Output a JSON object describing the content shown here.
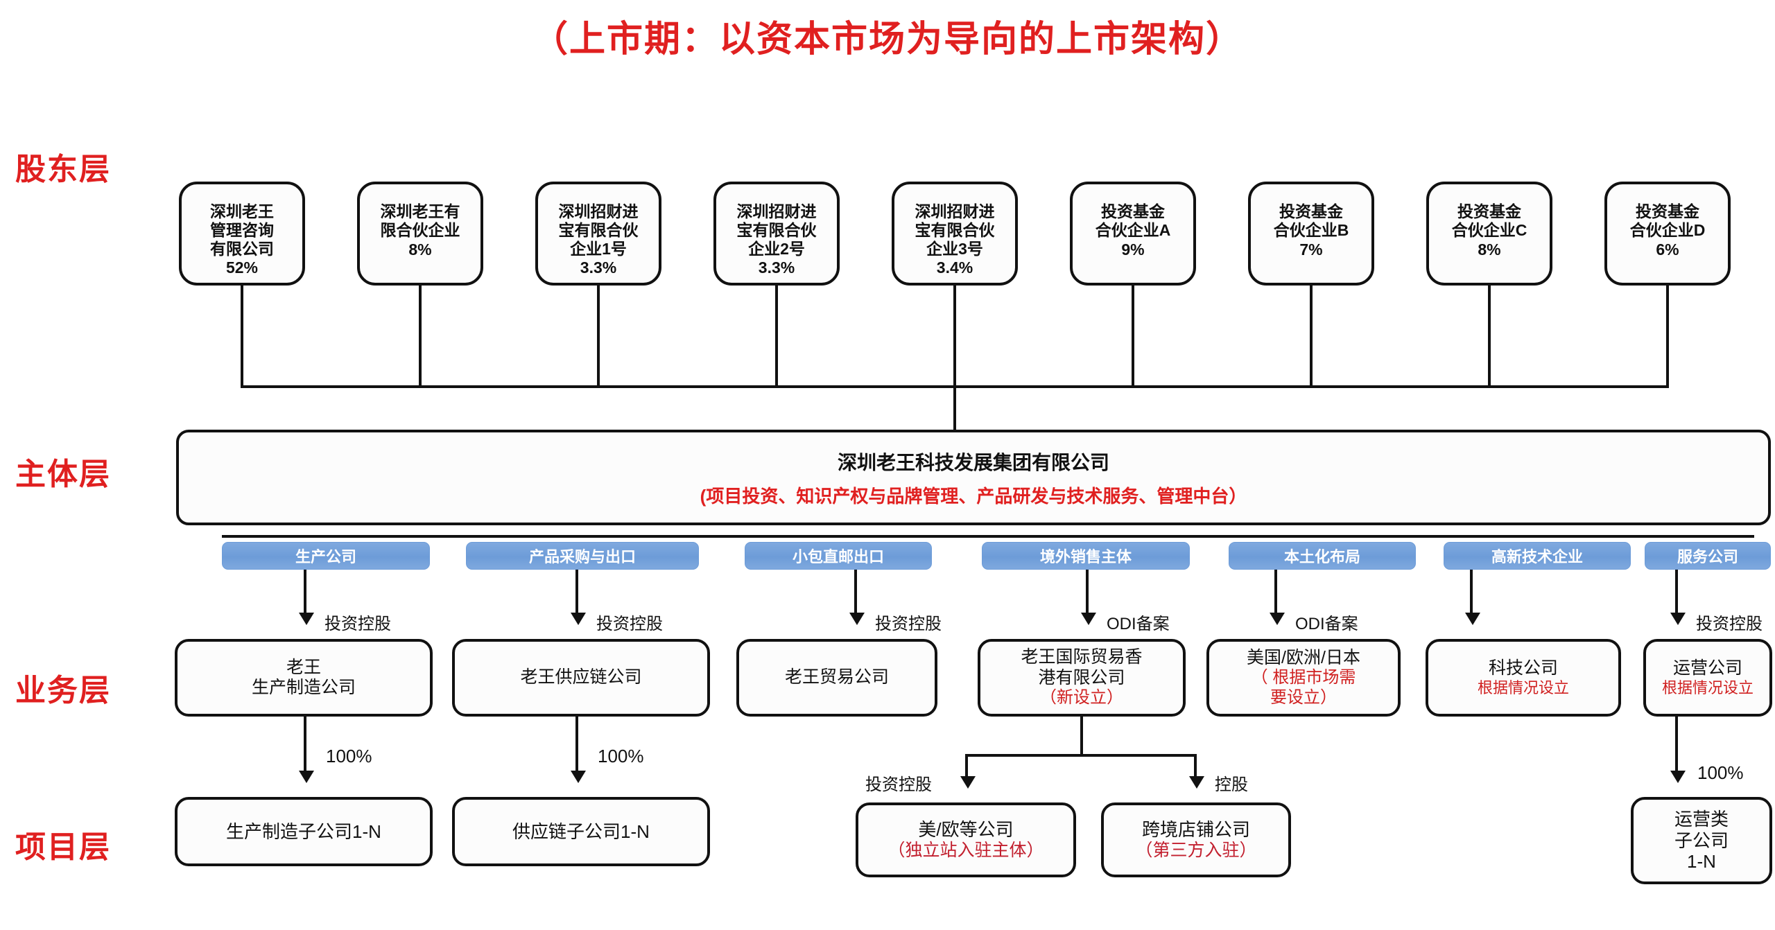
{
  "title": "（上市期：以资本市场为导向的上市架构）",
  "layers": [
    {
      "key": "shareholder",
      "label": "股东层"
    },
    {
      "key": "entity",
      "label": "主体层"
    },
    {
      "key": "business",
      "label": "业务层"
    },
    {
      "key": "project",
      "label": "项目层"
    }
  ],
  "shareholders": [
    {
      "name": "深圳老王\n管理咨询\n有限公司",
      "pct": "52%"
    },
    {
      "name": "深圳老王有\n限合伙企业",
      "pct": "8%"
    },
    {
      "name": "深圳招财进\n宝有限合伙\n企业1号",
      "pct": "3.3%"
    },
    {
      "name": "深圳招财进\n宝有限合伙\n企业2号",
      "pct": "3.3%"
    },
    {
      "name": "深圳招财进\n宝有限合伙\n企业3号",
      "pct": "3.4%"
    },
    {
      "name": "投资基金\n合伙企业A",
      "pct": "9%"
    },
    {
      "name": "投资基金\n合伙企业B",
      "pct": "7%"
    },
    {
      "name": "投资基金\n合伙企业C",
      "pct": "8%"
    },
    {
      "name": "投资基金\n合伙企业D",
      "pct": "6%"
    }
  ],
  "entity": {
    "name": "深圳老王科技发展集团有限公司",
    "scope": "(项目投资、知识产权与品牌管理、产品研发与技术服务、管理中台）"
  },
  "tags": [
    {
      "label": "生产公司"
    },
    {
      "label": "产品采购与出口"
    },
    {
      "label": "小包直邮出口"
    },
    {
      "label": "境外销售主体"
    },
    {
      "label": "本土化布局"
    },
    {
      "label": "高新技术企业"
    },
    {
      "label": "服务公司"
    }
  ],
  "relations": [
    {
      "label": "投资控股"
    },
    {
      "label": "投资控股"
    },
    {
      "label": "投资控股"
    },
    {
      "label": "ODI备案"
    },
    {
      "label": "ODI备案"
    },
    {
      "label": "投资控股"
    }
  ],
  "business": [
    {
      "name": "老王\n生产制造公司",
      "note": ""
    },
    {
      "name": "老王供应链公司",
      "note": ""
    },
    {
      "name": "老王贸易公司",
      "note": ""
    },
    {
      "name": "老王国际贸易香\n港有限公司",
      "note": "（新设立）"
    },
    {
      "name": "美国/欧洲/日本",
      "note": "（ 根据市场需\n要设立）"
    },
    {
      "name": "科技公司",
      "note": "根据情况设立"
    },
    {
      "name": "运营公司",
      "note": "根据情况设立"
    }
  ],
  "project": [
    {
      "name": "生产制造子公司1-N",
      "note": "",
      "own": "100%"
    },
    {
      "name": "供应链子公司1-N",
      "note": "",
      "own": "100%"
    },
    {
      "name": "美/欧等公司",
      "note": "（独立站入驻主体）",
      "own": ""
    },
    {
      "name": "跨境店铺公司",
      "note": "（第三方入驻）",
      "own": ""
    },
    {
      "name": "运营类\n子公司\n1-N",
      "note": "",
      "own": "100%"
    }
  ],
  "sub_relations": [
    {
      "label": "投资控股"
    },
    {
      "label": "控股"
    }
  ],
  "colors": {
    "accent_red": "#e02020",
    "note_red": "#c21f2e",
    "tag_blue": "#6d9cd8",
    "line": "#111111"
  }
}
